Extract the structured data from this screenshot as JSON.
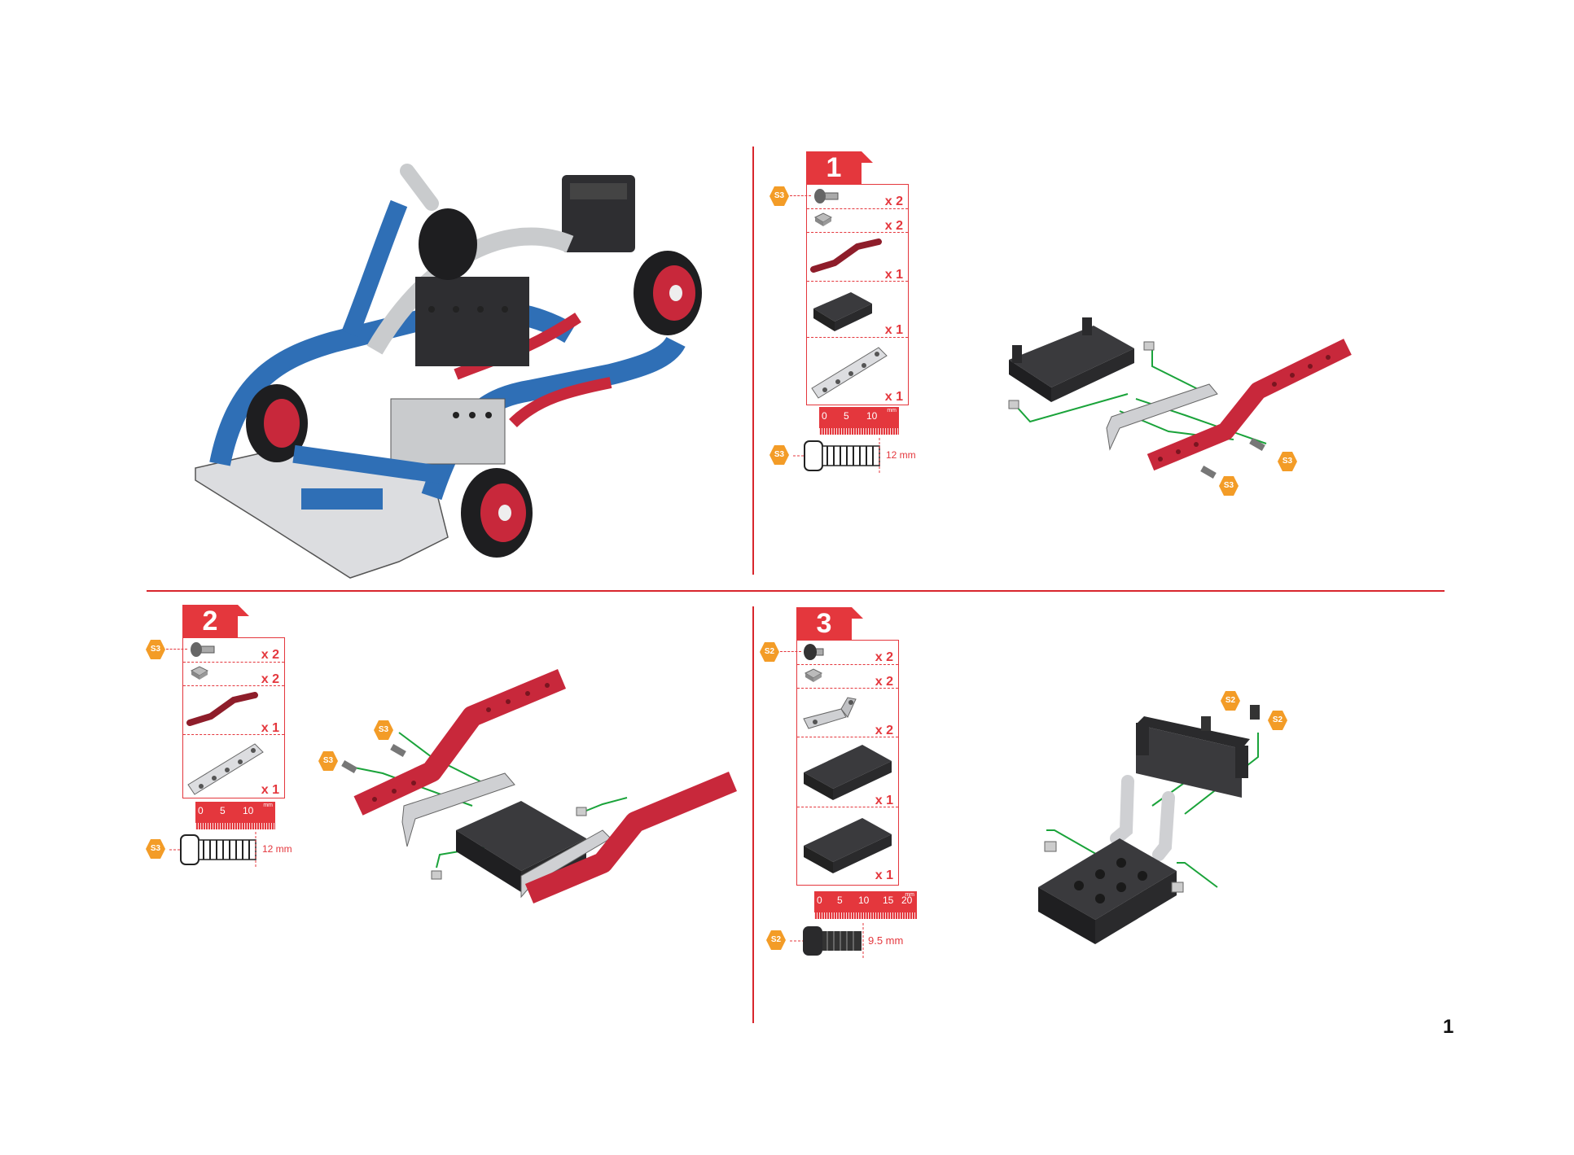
{
  "page": {
    "number": "1"
  },
  "colors": {
    "accent": "#e4373d",
    "badge": "#f39c27",
    "beam_red": "#c8283b",
    "chassis_blue": "#2f6fb6",
    "dark_plate": "#2e2e31",
    "silver": "#c9cbcd"
  },
  "steps": [
    {
      "number": "1",
      "parts": [
        {
          "icon": "bolt-icon",
          "qty": "x 2",
          "badge": "S3"
        },
        {
          "icon": "square-nut-icon",
          "qty": "x 2"
        },
        {
          "icon": "red-bent-beam-icon",
          "qty": "x 1"
        },
        {
          "icon": "black-plate-icon",
          "qty": "x 1"
        },
        {
          "icon": "triangle-plate-icon",
          "qty": "x 1"
        }
      ],
      "ruler": {
        "ticks": [
          "0",
          "5",
          "10"
        ],
        "unit": "mm"
      },
      "screw": {
        "badge": "S3",
        "length": "12 mm"
      },
      "assembly_badges": [
        "S3",
        "S3"
      ]
    },
    {
      "number": "2",
      "parts": [
        {
          "icon": "bolt-icon",
          "qty": "x 2",
          "badge": "S3"
        },
        {
          "icon": "square-nut-icon",
          "qty": "x 2"
        },
        {
          "icon": "red-bent-beam-icon",
          "qty": "x 1"
        },
        {
          "icon": "triangle-plate-icon",
          "qty": "x 1"
        }
      ],
      "ruler": {
        "ticks": [
          "0",
          "5",
          "10"
        ],
        "unit": "mm"
      },
      "screw": {
        "badge": "S3",
        "length": "12 mm"
      },
      "assembly_badges": [
        "S3",
        "S3"
      ]
    },
    {
      "number": "3",
      "parts": [
        {
          "icon": "bolt-icon",
          "qty": "x 2",
          "badge": "S2"
        },
        {
          "icon": "square-nut-icon",
          "qty": "x 2"
        },
        {
          "icon": "angle-bracket-icon",
          "qty": "x 2"
        },
        {
          "icon": "black-plate-icon",
          "qty": "x 1"
        },
        {
          "icon": "black-plate-icon",
          "qty": "x 1"
        }
      ],
      "ruler": {
        "ticks": [
          "0",
          "5",
          "10",
          "15",
          "20"
        ],
        "unit": "mm"
      },
      "screw": {
        "badge": "S2",
        "length": "9.5 mm"
      },
      "assembly_badges": [
        "S2",
        "S2"
      ]
    }
  ]
}
